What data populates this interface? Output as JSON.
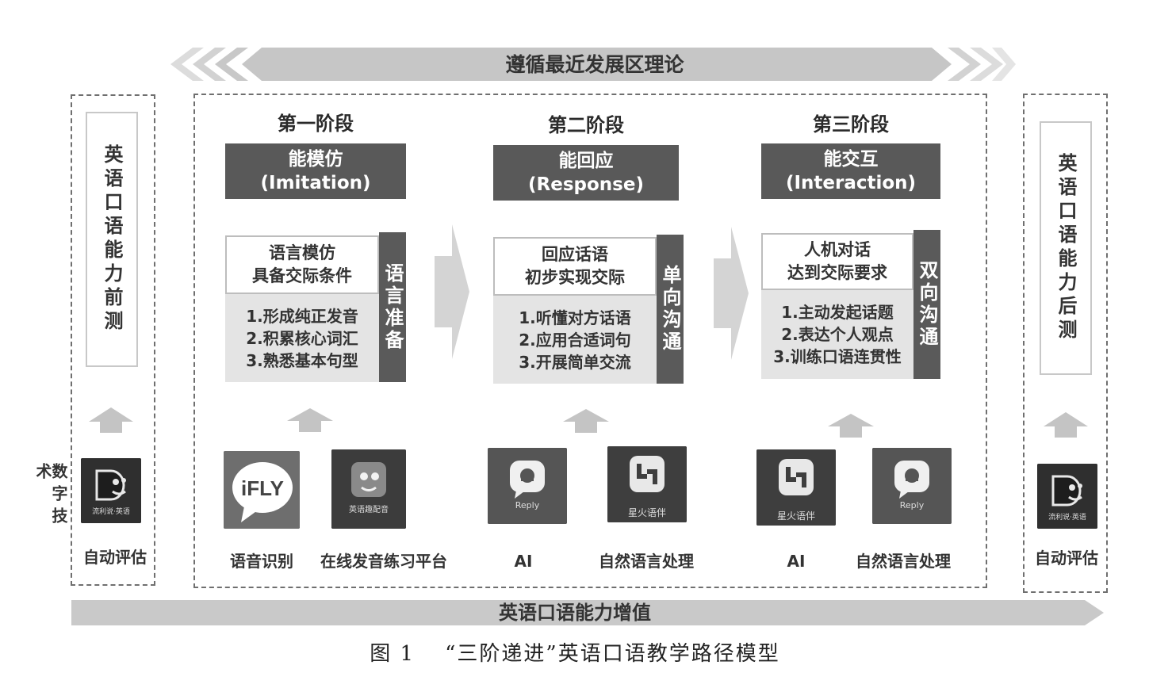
{
  "top_banner": {
    "text": "遵循最近发展区理论"
  },
  "pre_test": {
    "label": "英语口语能力前测",
    "app_name": "流利说·英语",
    "caption": "自动评估"
  },
  "post_test": {
    "label": "英语口语能力后测",
    "app_name": "流利说·英语",
    "caption": "自动评估"
  },
  "tech_label": "数字技术",
  "stages": [
    {
      "title": "第一阶段",
      "header_cn": "能模仿",
      "header_en": "(Imitation)",
      "goal_line1": "语言模仿",
      "goal_line2": "具备交际条件",
      "items": [
        "1.形成纯正发音",
        "2.积累核心词汇",
        "3.熟悉基本句型"
      ],
      "tag": "语言准备",
      "apps": [
        {
          "name": "iFLY",
          "caption": "语音识别"
        },
        {
          "name": "英语趣配音",
          "caption": "在线发音练习平台"
        }
      ]
    },
    {
      "title": "第二阶段",
      "header_cn": "能回应",
      "header_en": "(Response)",
      "goal_line1": "回应话语",
      "goal_line2": "初步实现交际",
      "items": [
        "1.听懂对方话语",
        "2.应用合适词句",
        "3.开展简单交流"
      ],
      "tag": "单向沟通",
      "apps": [
        {
          "name": "Reply",
          "caption": "AI"
        },
        {
          "name": "星火语伴",
          "caption": "自然语言处理"
        }
      ]
    },
    {
      "title": "第三阶段",
      "header_cn": "能交互",
      "header_en": "(Interaction)",
      "goal_line1": "人机对话",
      "goal_line2": "达到交际要求",
      "items": [
        "1.主动发起话题",
        "2.表达个人观点",
        "3.训练口语连贯性"
      ],
      "tag": "双向沟通",
      "apps": [
        {
          "name": "星火语伴",
          "caption": "AI"
        },
        {
          "name": "Reply",
          "caption": "自然语言处理"
        }
      ]
    }
  ],
  "bottom_banner": {
    "text": "英语口语能力增值"
  },
  "figure_caption": {
    "number": "图 1",
    "title": "“三阶递进”英语口语教学路径模型"
  }
}
